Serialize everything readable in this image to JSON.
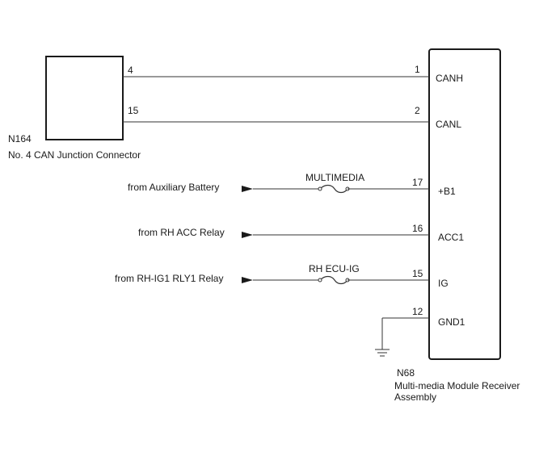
{
  "connector_n164": {
    "code": "N164",
    "name": "No. 4 CAN Junction Connector",
    "pins": [
      "4",
      "15"
    ]
  },
  "receiver_n68": {
    "code": "N68",
    "name_line1": "Multi-media Module Receiver",
    "name_line2": "Assembly",
    "terminals": [
      {
        "pin": "1",
        "name": "CANH"
      },
      {
        "pin": "2",
        "name": "CANL"
      },
      {
        "pin": "17",
        "name": "+B1"
      },
      {
        "pin": "16",
        "name": "ACC1"
      },
      {
        "pin": "15",
        "name": "IG"
      },
      {
        "pin": "12",
        "name": "GND1"
      }
    ]
  },
  "sources": {
    "battery": "from Auxiliary Battery",
    "acc": "from RH ACC Relay",
    "ig": "from RH-IG1 RLY1 Relay"
  },
  "fuses": {
    "multimedia": "MULTIMEDIA",
    "ecu_ig": "RH ECU-IG"
  }
}
